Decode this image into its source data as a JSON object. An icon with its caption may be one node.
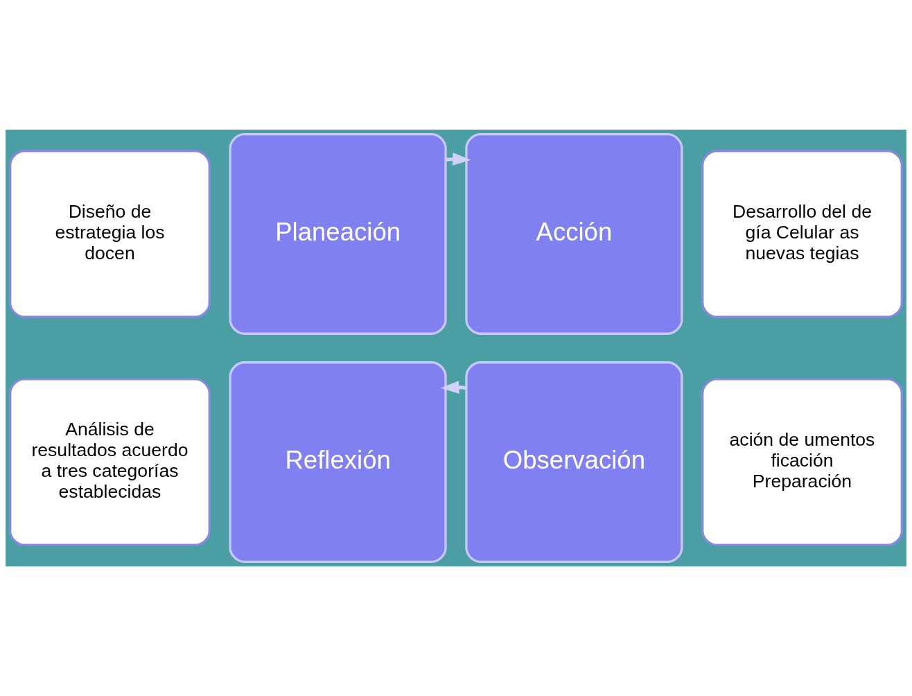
{
  "diagram": {
    "nodes": [
      {
        "text": [
          "Diseño de estrategia los docen"
        ]
      },
      {
        "text": [
          "Desarrollo del de gía Celular as nuevas tegias"
        ]
      },
      {
        "text": [
          "Planeación"
        ]
      },
      {
        "text": [
          "Acción"
        ]
      },
      {
        "text": [
          "Reflexión"
        ]
      },
      {
        "text": [
          "Observación"
        ]
      },
      {
        "text": [
          "Análisis de resultados acuerdo a tres categorías establecidas"
        ]
      },
      {
        "text": [
          "ación de umentos",
          "ficación",
          "Preparación"
        ]
      }
    ],
    "edges": [
      {
        "from": 2,
        "to": 3,
        "arrow": "to"
      },
      {
        "from": 5,
        "to": 4,
        "arrow": "to"
      }
    ]
  }
}
